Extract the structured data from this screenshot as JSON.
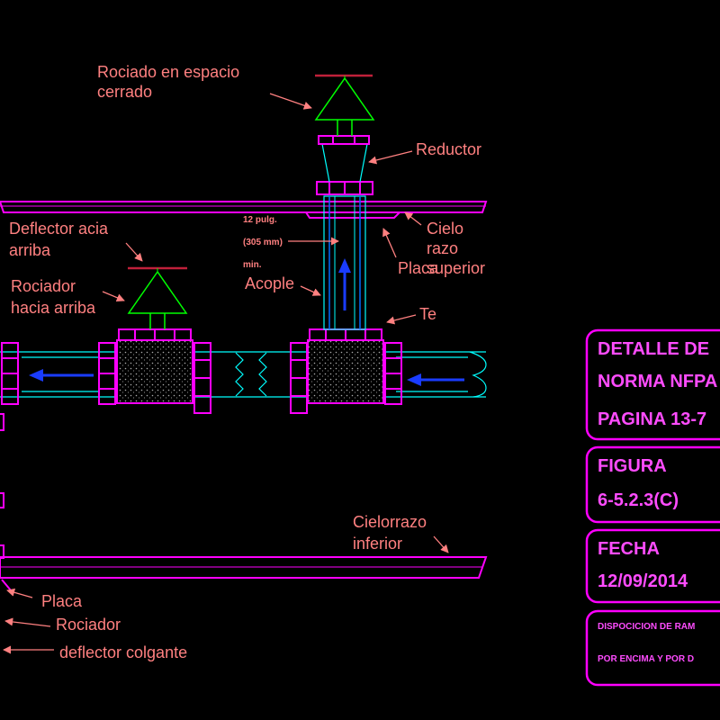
{
  "labels": {
    "rociado_espacio_1": "Rociado en espacio",
    "rociado_espacio_2": "cerrado",
    "reductor": "Reductor",
    "deflector_acia_1": "Deflector acia",
    "deflector_acia_2": "arriba",
    "dim_1": "12 pulg.",
    "dim_2": "(305 mm)",
    "dim_3": "min.",
    "cielo_1": "Cielo",
    "cielo_2": "razo",
    "cielo_3": "superior",
    "placa_top": "Placa",
    "rociador_arriba_1": "Rociador",
    "rociador_arriba_2": "hacia arriba",
    "acople": "Acople",
    "te": "Te",
    "cielorrazo_inf_1": "Cielorrazo",
    "cielorrazo_inf_2": "inferior",
    "placa_bottom": "Placa",
    "rociador_bottom": "Rociador",
    "deflector_colgante": "deflector colgante"
  },
  "title_block": {
    "detalle": "DETALLE DE",
    "norma": "NORMA NFPA",
    "pagina": "PAGINA 13-7",
    "figura_label": "FIGURA",
    "figura_value": "6-5.2.3(C)",
    "fecha_label": "FECHA",
    "fecha_value": "12/09/2014",
    "desc_1": "DISPOCICION DE RAM",
    "desc_2": "POR ENCIMA Y POR D"
  },
  "colors": {
    "background": "#000000",
    "annotation": "#ff8080",
    "structure": "#ff00ff",
    "pipe": "#00ffff",
    "sprinkler": "#00ff00",
    "flow_arrow": "#1a3cff"
  }
}
